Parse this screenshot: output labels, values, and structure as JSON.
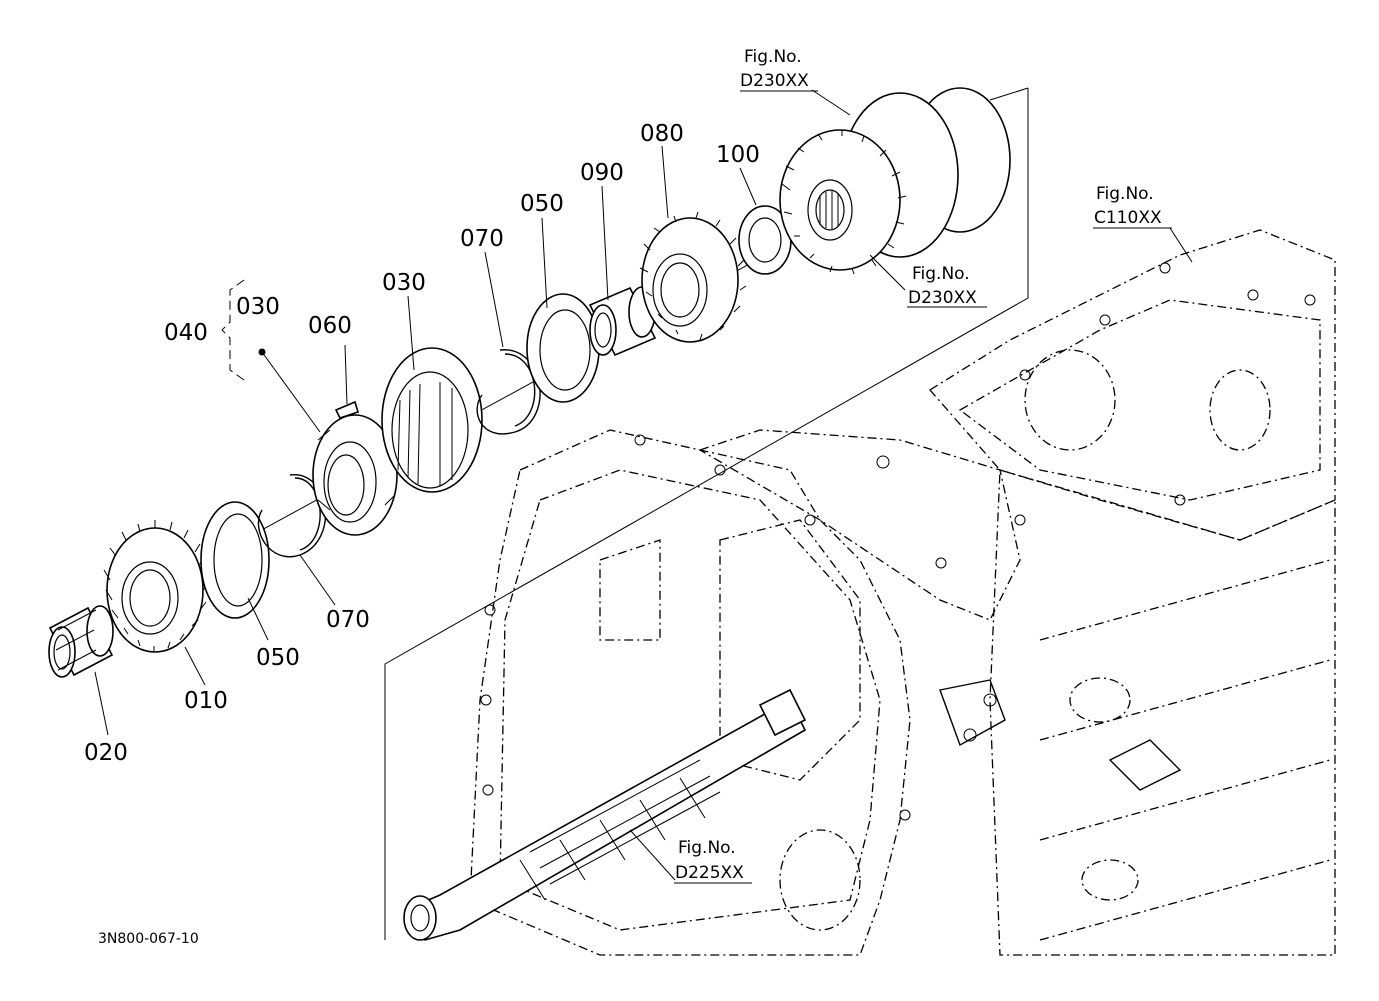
{
  "labels": {
    "p010": "010",
    "p020": "020",
    "p030a": "030",
    "p030b": "030",
    "p040": "040",
    "p050a": "050",
    "p050b": "050",
    "p060": "060",
    "p070a": "070",
    "p070b": "070",
    "p080": "080",
    "p090": "090",
    "p100": "100"
  },
  "figrefs": {
    "top_title": "Fig.No.",
    "top_code": "D230XX",
    "mid_title": "Fig.No.",
    "mid_code": "D230XX",
    "right_title": "Fig.No.",
    "right_code": "C110XX",
    "bottom_title": "Fig.No.",
    "bottom_code": "D225XX"
  },
  "drawing_code": "3N800-067-10"
}
